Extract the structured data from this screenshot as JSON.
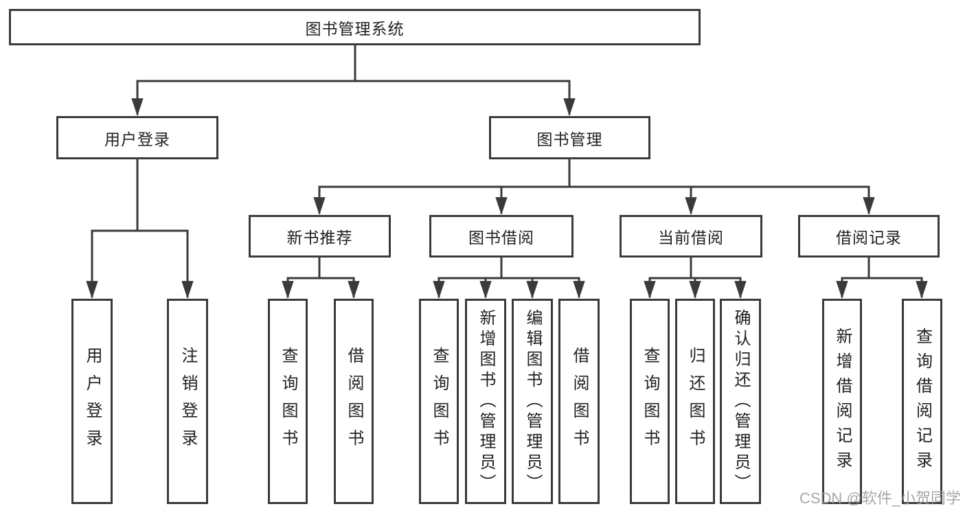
{
  "colors": {
    "line": "#3a3a3a",
    "box_border": "#3a3a3a",
    "box_background": "#ffffff",
    "text": "#212121",
    "watermark": "#9e9e9e"
  },
  "watermark": "CSDN @软件_小贺同学",
  "tree": {
    "label": "图书管理系统",
    "children": [
      {
        "label": "用户登录",
        "children": [
          {
            "label": "用户登录"
          },
          {
            "label": "注销登录"
          }
        ]
      },
      {
        "label": "图书管理",
        "children": [
          {
            "label": "新书推荐",
            "children": [
              {
                "label": "查询图书"
              },
              {
                "label": "借阅图书"
              }
            ]
          },
          {
            "label": "图书借阅",
            "children": [
              {
                "label": "查询图书"
              },
              {
                "label": "新增图书（管理员）"
              },
              {
                "label": "编辑图书（管理员）"
              },
              {
                "label": "借阅图书"
              }
            ]
          },
          {
            "label": "当前借阅",
            "children": [
              {
                "label": "查询图书"
              },
              {
                "label": "归还图书"
              },
              {
                "label": "确认归还（管理员）"
              }
            ]
          },
          {
            "label": "借阅记录",
            "children": [
              {
                "label": "新增借阅记录"
              },
              {
                "label": "查询借阅记录"
              }
            ]
          }
        ]
      }
    ]
  }
}
